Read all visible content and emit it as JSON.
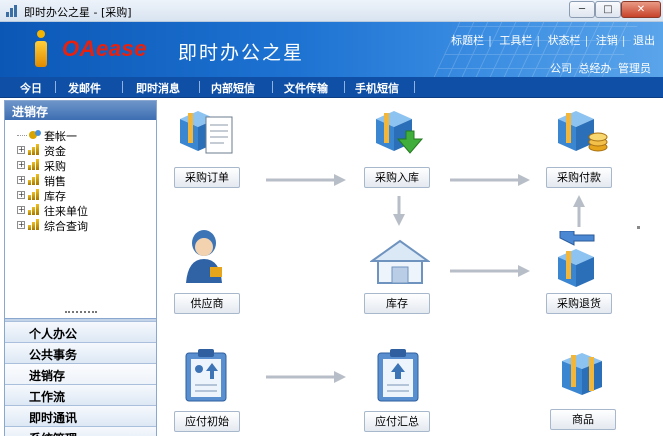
{
  "window": {
    "title": "即时办公之星 - [采购]",
    "min_glyph": "─",
    "max_glyph": "□",
    "close_glyph": "✕"
  },
  "banner": {
    "brand": "OAease",
    "brand_cn": "即时办公之星",
    "top_links": [
      "标题栏",
      "工具栏",
      "状态栏",
      "注销",
      "退出"
    ],
    "user_info": [
      "公司",
      "总经办",
      "管理员"
    ],
    "colors": {
      "brand_red": "#e8210e",
      "banner_blue": "#1e73d2"
    }
  },
  "nav": [
    "今日",
    "发邮件",
    "即时消息",
    "内部短信",
    "文件传输",
    "手机短信"
  ],
  "sidebar": {
    "title": "进销存",
    "tree": [
      "套帐一",
      "资金",
      "采购",
      "销售",
      "库存",
      "往来单位",
      "综合查询"
    ],
    "modules": [
      "个人办公",
      "公共事务",
      "进销存",
      "工作流",
      "即时通讯",
      "系统管理"
    ],
    "active_module": "进销存"
  },
  "flow": {
    "purchase_order": "采购订单",
    "purchase_inbound": "采购入库",
    "purchase_payment": "采购付款",
    "supplier": "供应商",
    "inventory": "库存",
    "purchase_return": "采购退货",
    "payable_init": "应付初始",
    "payable_summary": "应付汇总",
    "product": "商品"
  }
}
